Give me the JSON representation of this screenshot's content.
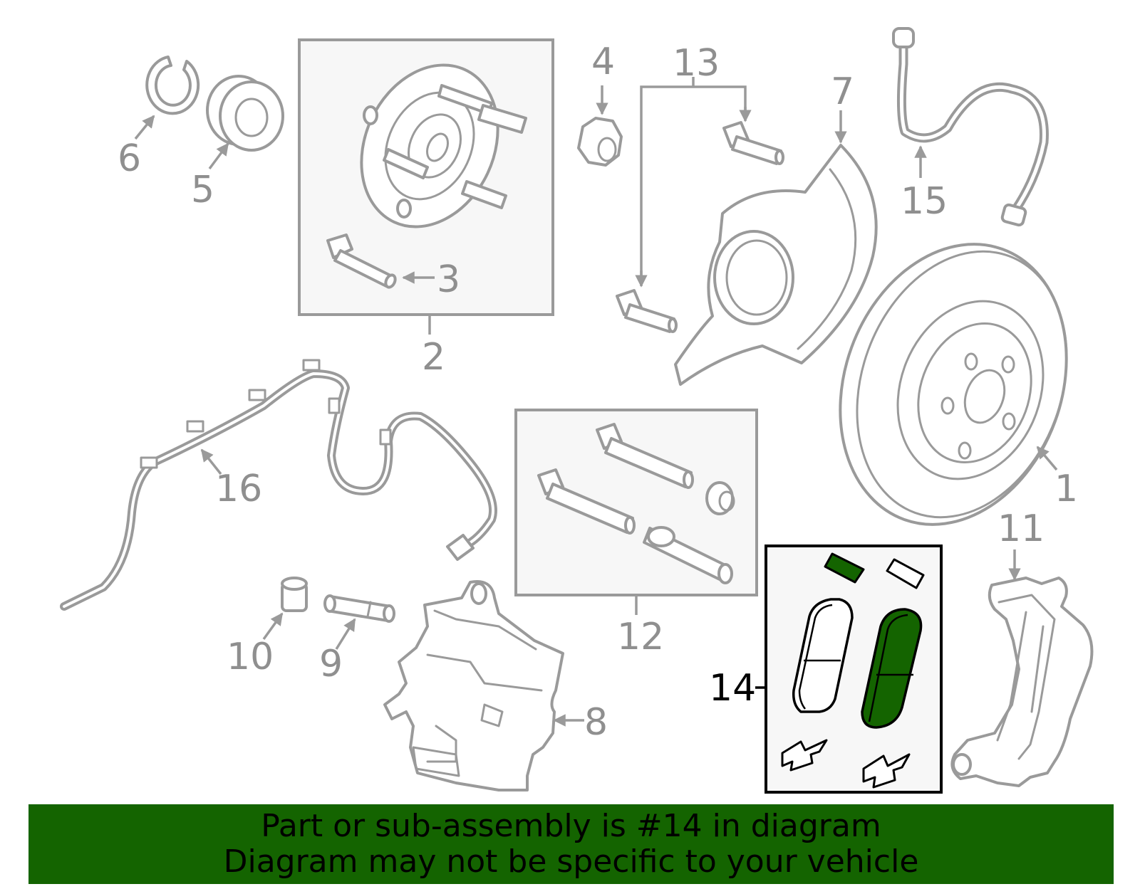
{
  "colors": {
    "highlight": "#146400",
    "part_stroke": "#9a9a9a",
    "box_fill": "#f7f7f7",
    "banner": "#146400"
  },
  "callouts": {
    "c1": "1",
    "c2": "2",
    "c3": "3",
    "c4": "4",
    "c5": "5",
    "c6": "6",
    "c7": "7",
    "c8": "8",
    "c9": "9",
    "c10": "10",
    "c11": "11",
    "c12": "12",
    "c13": "13",
    "c14": "14",
    "c15": "15",
    "c16": "16"
  },
  "highlighted_part": "14",
  "banner": {
    "line1": "Part or sub-assembly is #14 in diagram",
    "line2": "Diagram may not be specific to your vehicle"
  }
}
